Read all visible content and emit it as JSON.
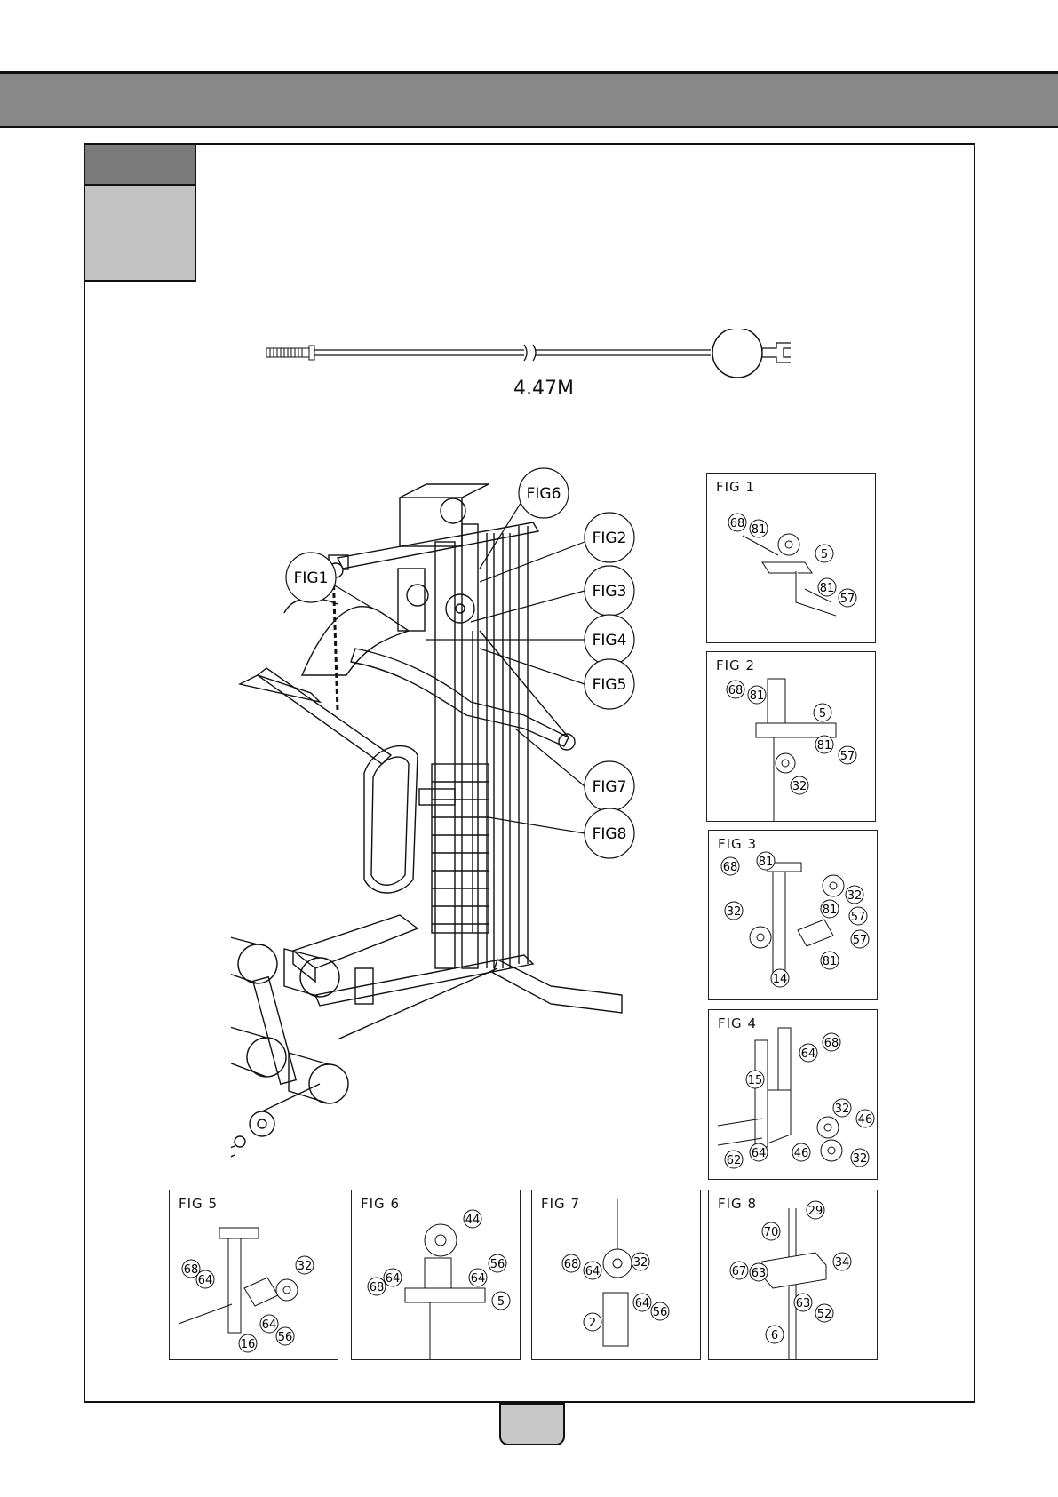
{
  "cable": {
    "length_label": "4.47M"
  },
  "callouts": [
    "FIG6",
    "FIG1",
    "FIG2",
    "FIG3",
    "FIG4",
    "FIG5",
    "FIG7",
    "FIG8"
  ],
  "figures": [
    {
      "title": "FIG  1",
      "parts": [
        "68",
        "81",
        "5",
        "81",
        "57"
      ]
    },
    {
      "title": "FIG  2",
      "parts": [
        "68",
        "81",
        "5",
        "81",
        "57",
        "32"
      ]
    },
    {
      "title": "FIG  3",
      "parts": [
        "68",
        "81",
        "32",
        "81",
        "57",
        "57",
        "81",
        "14",
        "32"
      ]
    },
    {
      "title": "FIG  4",
      "parts": [
        "15",
        "64",
        "68",
        "32",
        "46",
        "46",
        "32",
        "62",
        "64"
      ]
    },
    {
      "title": "FIG  5",
      "parts": [
        "68",
        "64",
        "32",
        "64",
        "56",
        "16"
      ]
    },
    {
      "title": "FIG  6",
      "parts": [
        "44",
        "68",
        "64",
        "56",
        "64",
        "5"
      ]
    },
    {
      "title": "FIG  7",
      "parts": [
        "68",
        "64",
        "32",
        "2",
        "64",
        "56"
      ]
    },
    {
      "title": "FIG  8",
      "parts": [
        "29",
        "70",
        "67",
        "63",
        "34",
        "63",
        "52",
        "6"
      ]
    }
  ]
}
